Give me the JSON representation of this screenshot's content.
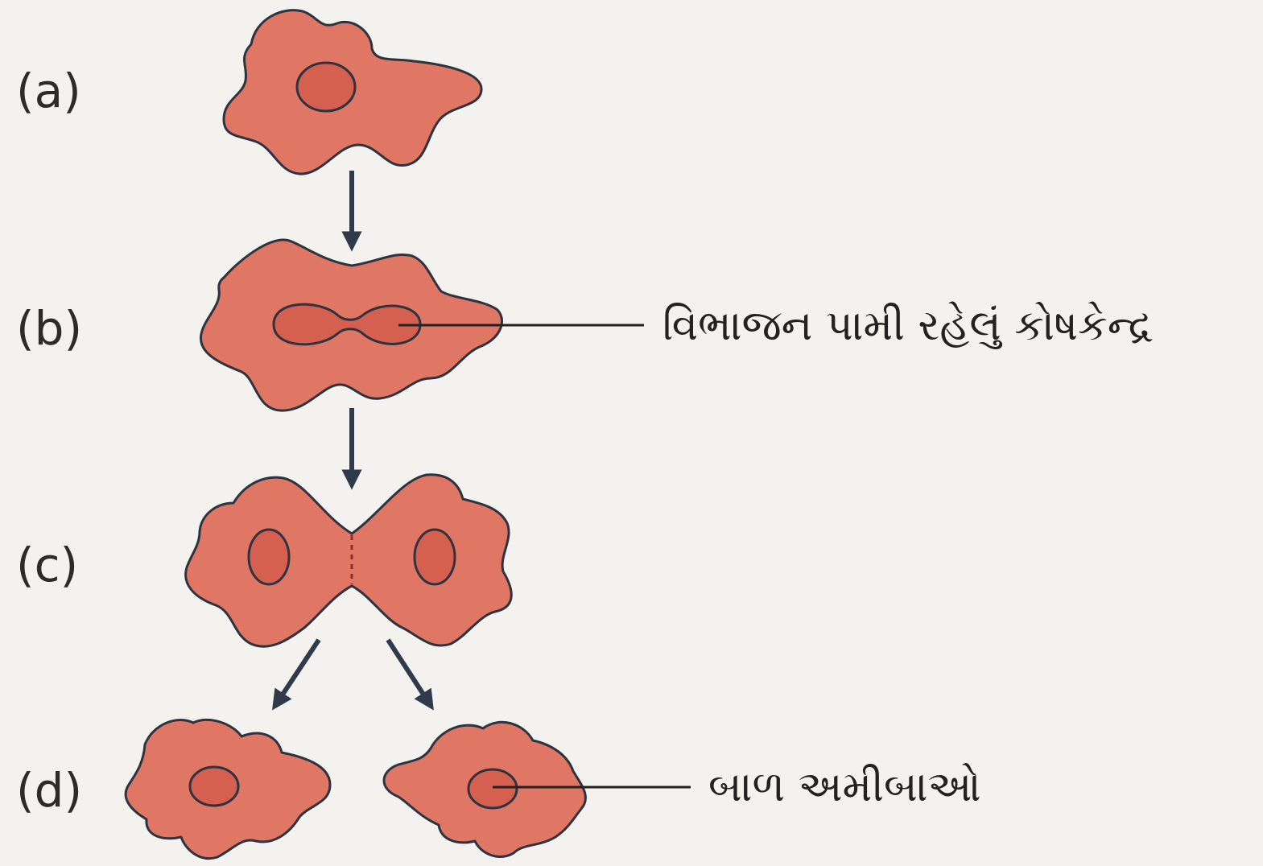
{
  "stages": [
    {
      "id": "a",
      "label": "(a)"
    },
    {
      "id": "b",
      "label": "(b)"
    },
    {
      "id": "c",
      "label": "(c)"
    },
    {
      "id": "d",
      "label": "(d)"
    }
  ],
  "callouts": {
    "dividing_nucleus": "વિભાજન પામી રહેલું કોષકેન્દ્ર",
    "daughter_amoebae": "બાળ અમીબાઓ"
  },
  "colors": {
    "background": "#f3f2ee",
    "cell_fill": "#e07664",
    "nucleus_fill": "#d6604f",
    "outline": "#2e3340",
    "arrow": "#2f3a4a"
  }
}
